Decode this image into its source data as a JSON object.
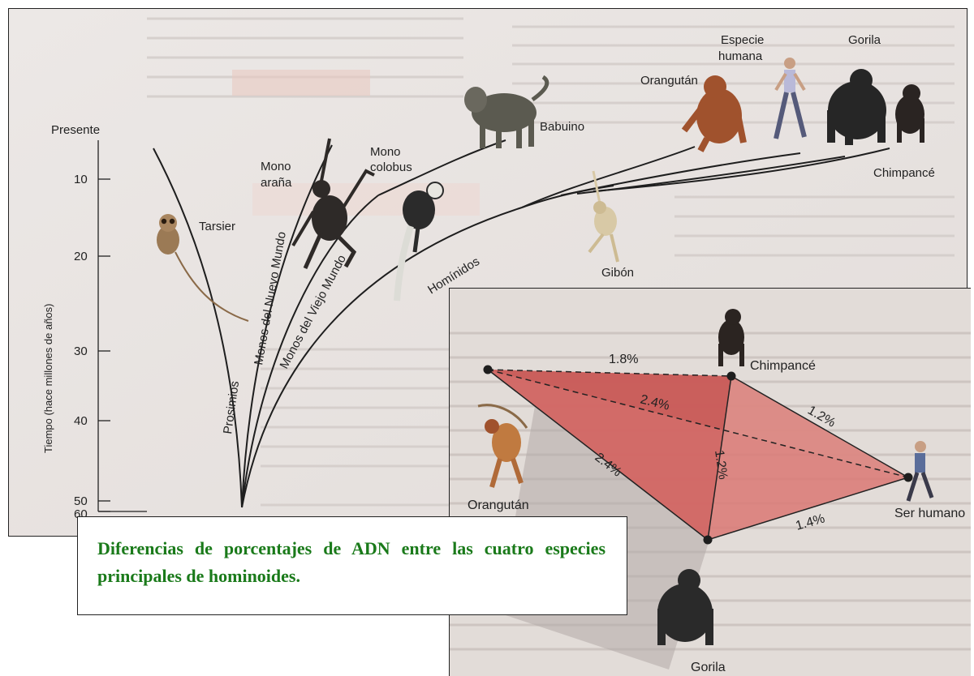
{
  "tree": {
    "axis_title": "Tiempo (hace millones de años)",
    "top_label": "Presente",
    "ticks": [
      "10",
      "20",
      "30",
      "40",
      "50",
      "60"
    ],
    "leaf_labels": {
      "tarsier": "Tarsier",
      "mono_arana_line1": "Mono",
      "mono_arana_line2": "araña",
      "mono_colobus_line1": "Mono",
      "mono_colobus_line2": "colobus",
      "babuino": "Babuino",
      "orangutan": "Orangután",
      "especie_humana_line1": "Especie",
      "especie_humana_line2": "humana",
      "gorila": "Gorila",
      "chimpance": "Chimpancé",
      "gibon": "Gibón"
    },
    "branch_labels": {
      "prosimios": "Prosimios",
      "monos_nuevo_mundo": "Monos del Nuevo Mundo",
      "monos_viejo_mundo": "Monos del Viejo Mundo",
      "hominidos": "Homínidos"
    }
  },
  "dna": {
    "nodes": {
      "chimpance": "Chimpancé",
      "orangutan": "Orangután",
      "ser_humano": "Ser humano",
      "gorila": "Gorila"
    },
    "edges": {
      "orangutan_chimpance": "1.8%",
      "orangutan_humano": "2.4%",
      "chimpance_humano": "1.2%",
      "orangutan_gorila": "2.4%",
      "chimpance_gorila": "1.2%",
      "gorila_humano": "1.4%"
    },
    "colors": {
      "fill_front": "#d9706c",
      "fill_back": "#c95a58",
      "shadow": "#b0a8a6"
    }
  },
  "caption": "Diferencias de porcentajes de ADN entre las cuatro especies principales de hominoides."
}
